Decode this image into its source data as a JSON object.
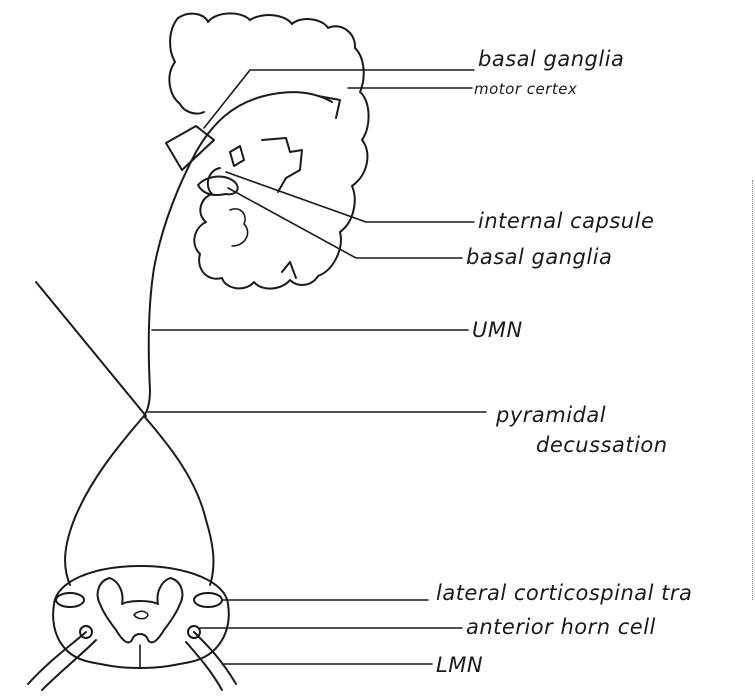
{
  "labels": {
    "basal_ganglia_top": "basal ganglia",
    "motor_cortex": "motor certex",
    "internal_capsule": "internal capsule",
    "basal_ganglia_bottom": "basal ganglia",
    "umn": "UMN",
    "pyramidal": "pyramidal",
    "decussation": "decussation",
    "lateral_corticospinal": "lateral corticospinal tra",
    "anterior_horn_cell": "anterior horn cell",
    "lmn": "LMN"
  }
}
